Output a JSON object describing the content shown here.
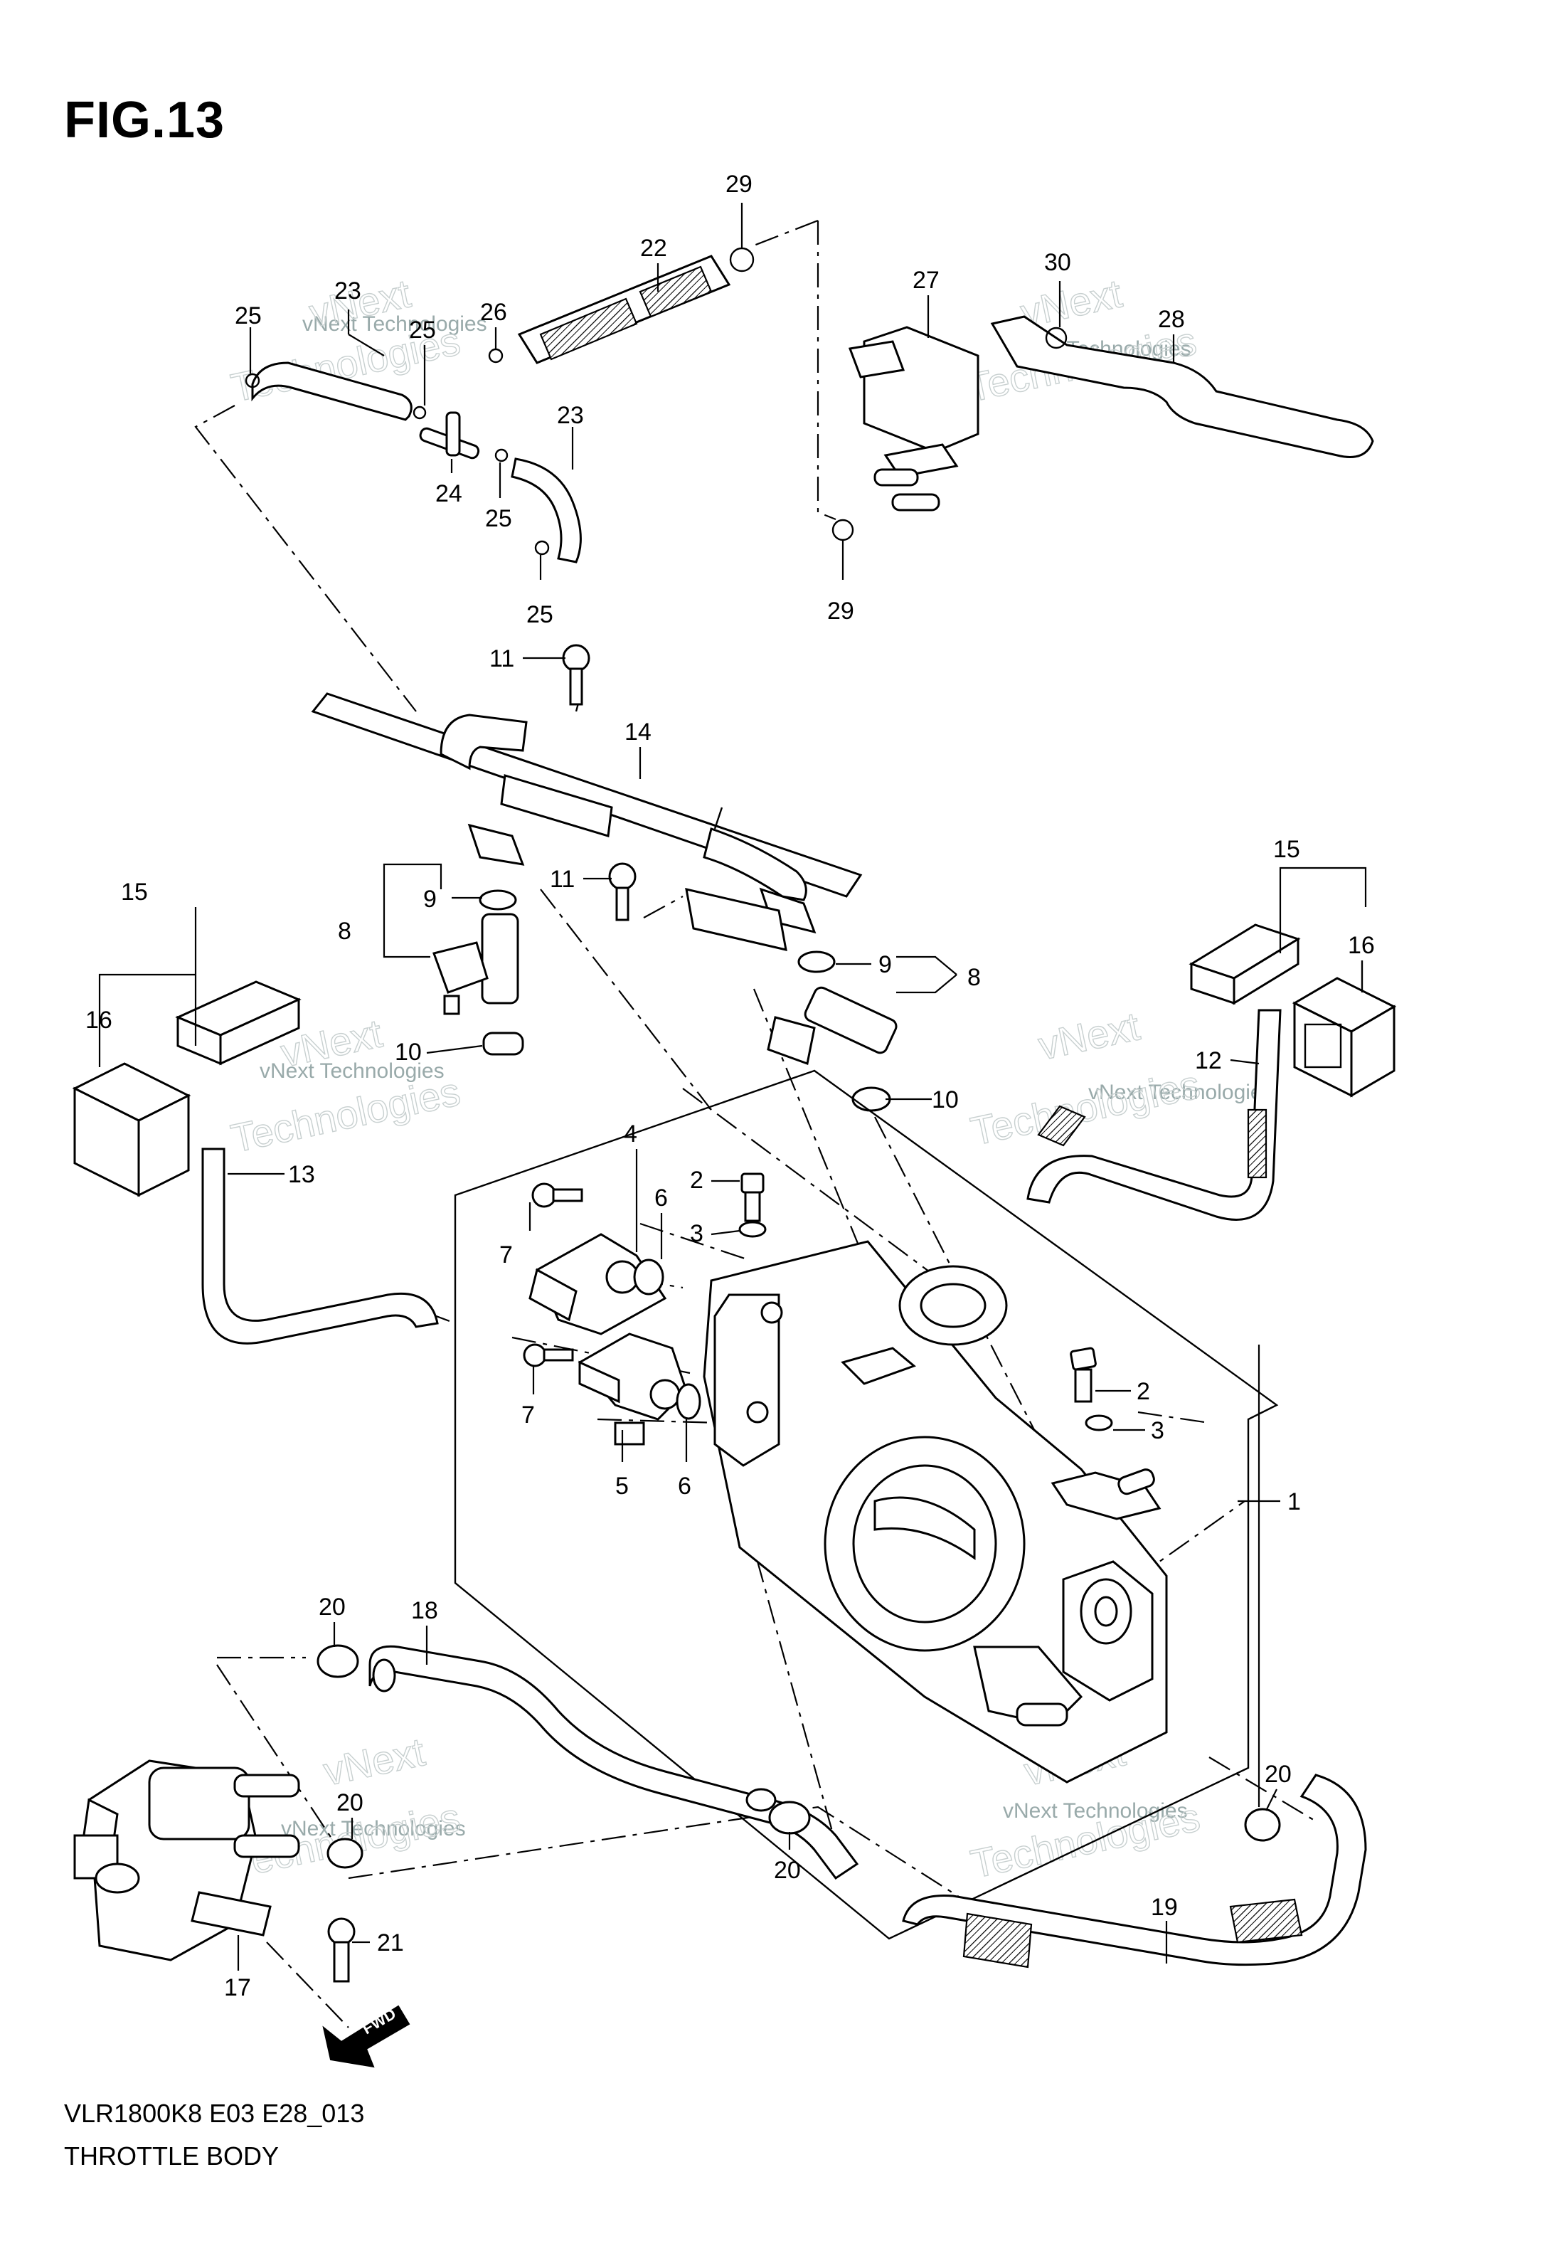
{
  "figure": {
    "title": "FIG.13",
    "model_code": "VLR1800K8 E03 E28_013",
    "caption": "THROTTLE BODY"
  },
  "watermark": {
    "small": "vNext Technologies",
    "big": "Technologies",
    "top": "vNext"
  },
  "callouts": {
    "c29a": "29",
    "c22": "22",
    "c23a": "23",
    "c25a": "25",
    "c25b": "25",
    "c26": "26",
    "c24": "24",
    "c23b": "23",
    "c25c": "25",
    "c25d": "25",
    "c27": "27",
    "c30": "30",
    "c28": "28",
    "c29b": "29",
    "c11a": "11",
    "c14": "14",
    "c11b": "11",
    "c9a": "9",
    "c8a": "8",
    "c10a": "10",
    "c9b": "9",
    "c8b": "8",
    "c10b": "10",
    "c15a": "15",
    "c16a": "16",
    "c13": "13",
    "c15b": "15",
    "c16b": "16",
    "c12": "12",
    "c4": "4",
    "c2a": "2",
    "c3a": "3",
    "c6a": "6",
    "c7a": "7",
    "c7b": "7",
    "c5": "5",
    "c6b": "6",
    "c2b": "2",
    "c3b": "3",
    "c1": "1",
    "c20a": "20",
    "c18": "18",
    "c20b": "20",
    "c20c": "20",
    "c20d": "20",
    "c21": "21",
    "c17": "17",
    "c19": "19"
  },
  "fwd_label": "FWD"
}
